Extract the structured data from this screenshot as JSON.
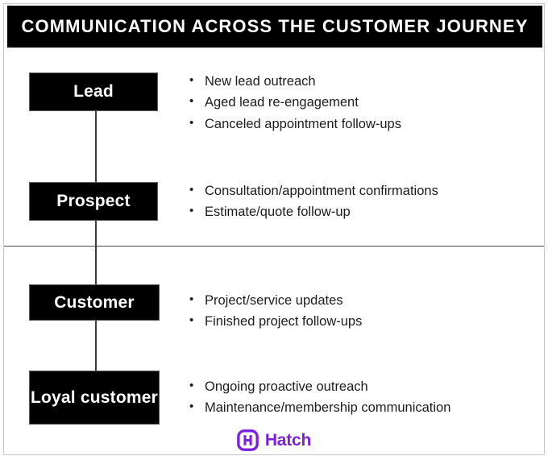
{
  "header": {
    "title": "Communication across the customer journey"
  },
  "stages": [
    {
      "name": "Lead",
      "label": "Lead",
      "bullets": [
        "New lead outreach",
        "Aged lead re-engagement",
        "Canceled appointment follow-ups"
      ]
    },
    {
      "name": "Prospect",
      "label": "Prospect",
      "bullets": [
        "Consultation/appointment confirmations",
        "Estimate/quote follow-up"
      ]
    },
    {
      "name": "Customer",
      "label": "Customer",
      "bullets": [
        "Project/service updates",
        "Finished project follow-ups"
      ]
    },
    {
      "name": "Loyal customer",
      "label": "Loyal customer",
      "bullets": [
        "Ongoing proactive outreach",
        "Maintenance/membership communication"
      ]
    }
  ],
  "footer": {
    "brand": "Hatch",
    "logo_icon": "hatch-logo-icon"
  },
  "colors": {
    "header_background": "#000000",
    "header_text": "#ffffff",
    "box_background": "#000000",
    "box_text": "#ffffff",
    "body_text": "#1c1c1c",
    "brand_purple": "#7b1fe0",
    "card_border": "#c9c9c9",
    "divider": "#4a4a4a"
  }
}
